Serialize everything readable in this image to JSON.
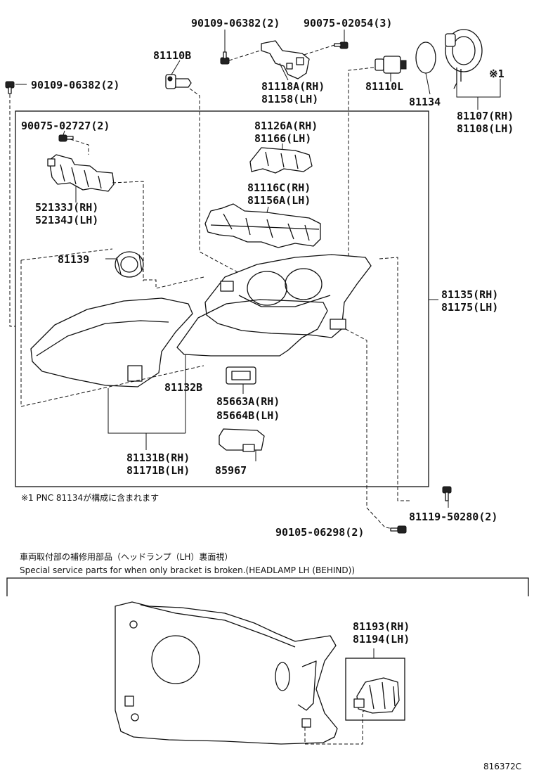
{
  "labels": {
    "screw_90109_top": "90109-06382(2)",
    "screw_90075_top": "90075-02054(3)",
    "bulb_81110b": "81110B",
    "screw_90109_left": "90109-06382(2)",
    "bracket_81118a": "81118A(RH)",
    "bracket_81158": "81158(LH)",
    "bulb_81110l": "81110L",
    "ring_81134": "81134",
    "note_mark": "※1",
    "socket_81107": "81107(RH)",
    "socket_81108": "81108(LH)",
    "screw_90075_inner": "90075-02727(2)",
    "part_81126a": "81126A(RH)",
    "part_81166": "81166(LH)",
    "part_81116c": "81116C(RH)",
    "part_81156a": "81156A(LH)",
    "bracket_52133j": "52133J(RH)",
    "bracket_52134j": "52134J(LH)",
    "part_81139": "81139",
    "assy_81135": "81135(RH)",
    "assy_81175": "81175(LH)",
    "gasket_81132b": "81132B",
    "computer_85663a": "85663A(RH)",
    "computer_85664b": "85664B(LH)",
    "lens_81131b": "81131B(RH)",
    "lens_81171b": "81171B(LH)",
    "module_85967": "85967",
    "screw_81119": "81119-50280(2)",
    "screw_90105": "90105-06298(2)",
    "bracket_81193": "81193(RH)",
    "bracket_81194": "81194(LH)"
  },
  "notes": {
    "footnote": "※1  PNC 81134が構成に含まれます",
    "special_jp": "車両取付部の補修用部品（ヘッドランプ（LH）裏面視）",
    "special_en": "Special service parts for when only bracket is broken.(HEADLAMP LH (BEHIND))",
    "figure_code": "816372C"
  }
}
